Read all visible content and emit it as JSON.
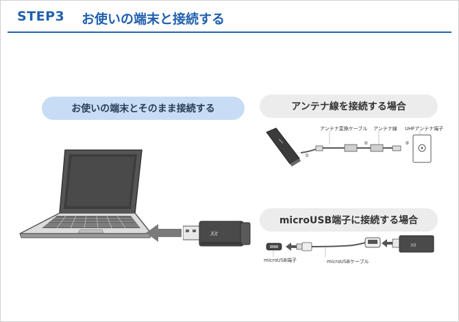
{
  "header": {
    "step": "STEP3",
    "title": "お使いの端末と接続する"
  },
  "direct": {
    "heading": "お使いの端末とそのまま接続する",
    "device_logo": "Xit"
  },
  "antenna": {
    "heading": "アンテナ線を接続する場合",
    "label_adapter_cable": "アンテナ変換ケーブル",
    "label_antenna_wire": "アンテナ線",
    "label_uhf_terminal": "UHFアンテナ端子",
    "step1": "①",
    "step2": "②",
    "step3": "③"
  },
  "microusb": {
    "heading": "microUSB端子に接続する場合",
    "label_port": "microUSB端子",
    "label_cable": "microUSBケーブル",
    "device_logo": "Xit"
  },
  "colors": {
    "brand_blue": "#1f5fae",
    "pill_blue": "#c8dcf5",
    "pill_grey": "#ececec"
  }
}
